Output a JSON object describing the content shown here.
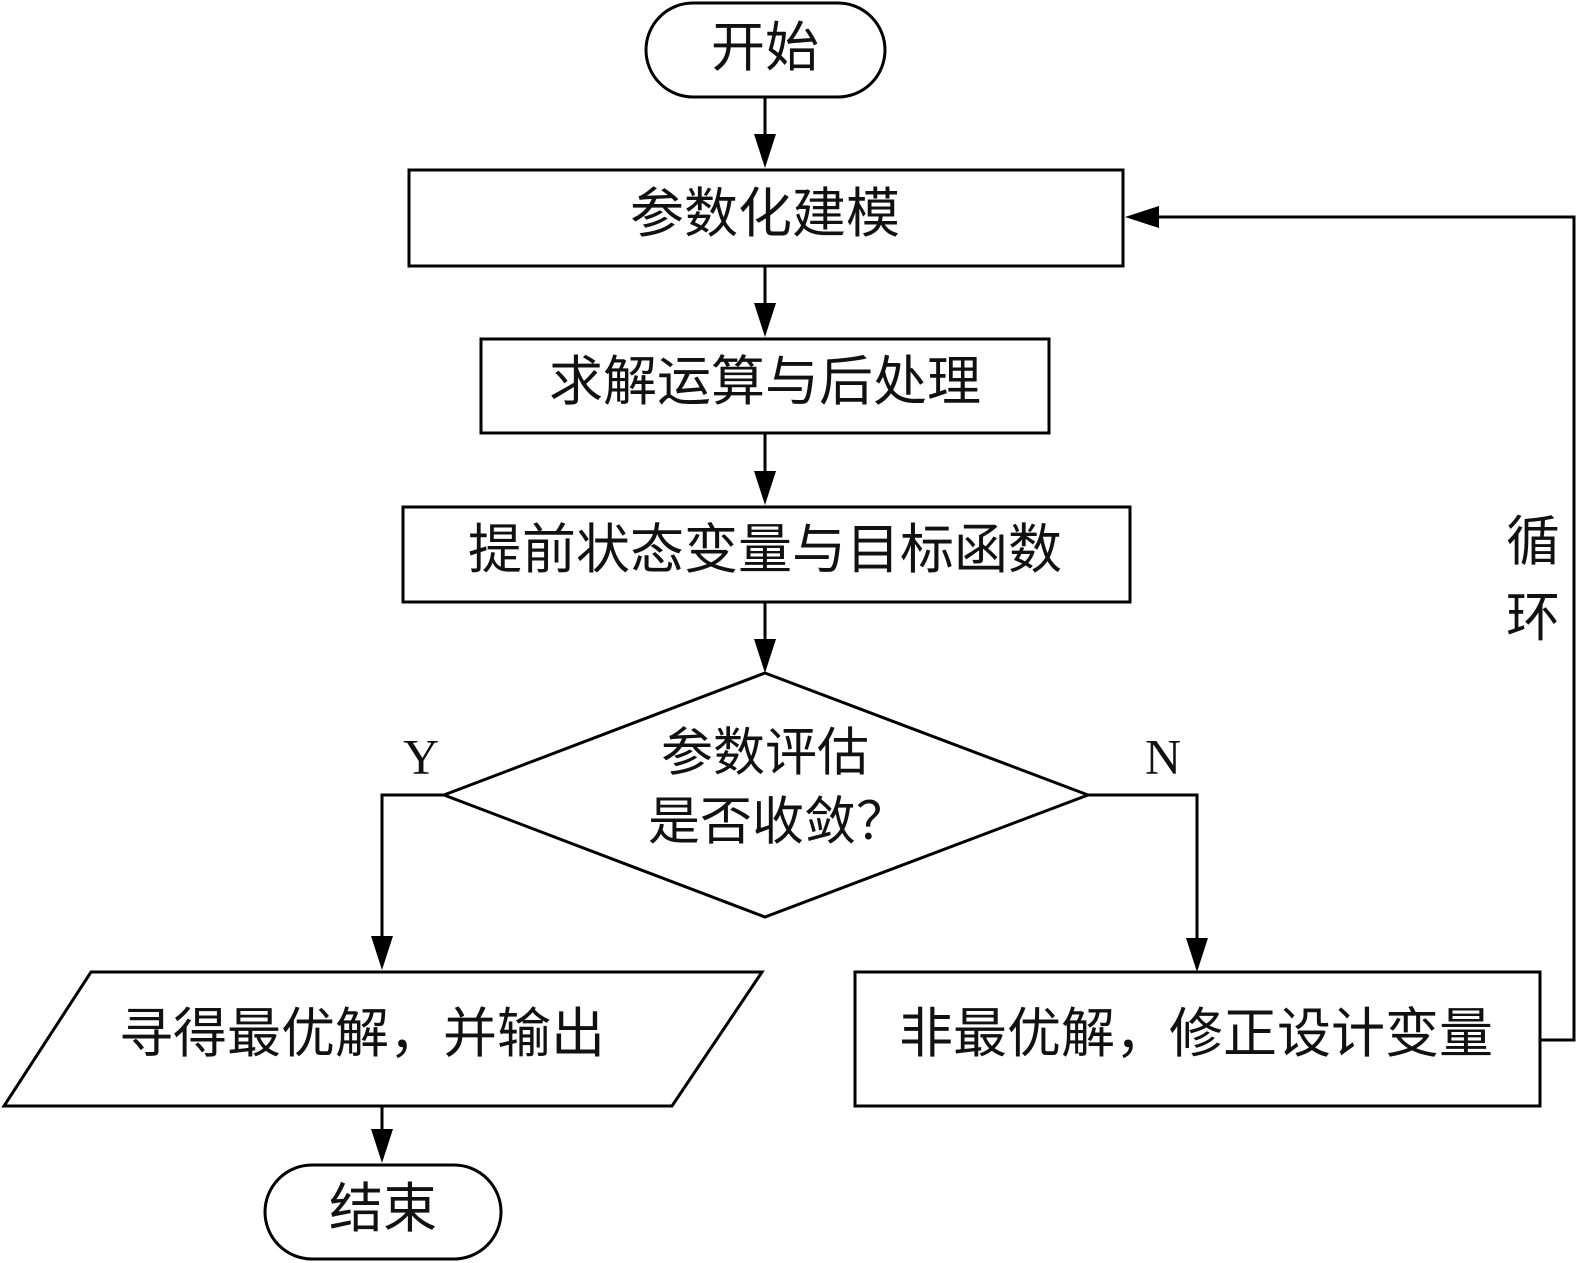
{
  "flowchart": {
    "start": "开始",
    "step_modeling": "参数化建模",
    "step_solve": "求解运算与后处理",
    "step_extract": "提前状态变量与目标函数",
    "decision_line1": "参数评估",
    "decision_line2": "是否收敛？",
    "branch_yes": "Y",
    "branch_no": "N",
    "output_optimal": "寻得最优解，并输出",
    "revise": "非最优解，修正设计变量",
    "loop_char1": "循",
    "loop_char2": "环",
    "end": "结束"
  }
}
